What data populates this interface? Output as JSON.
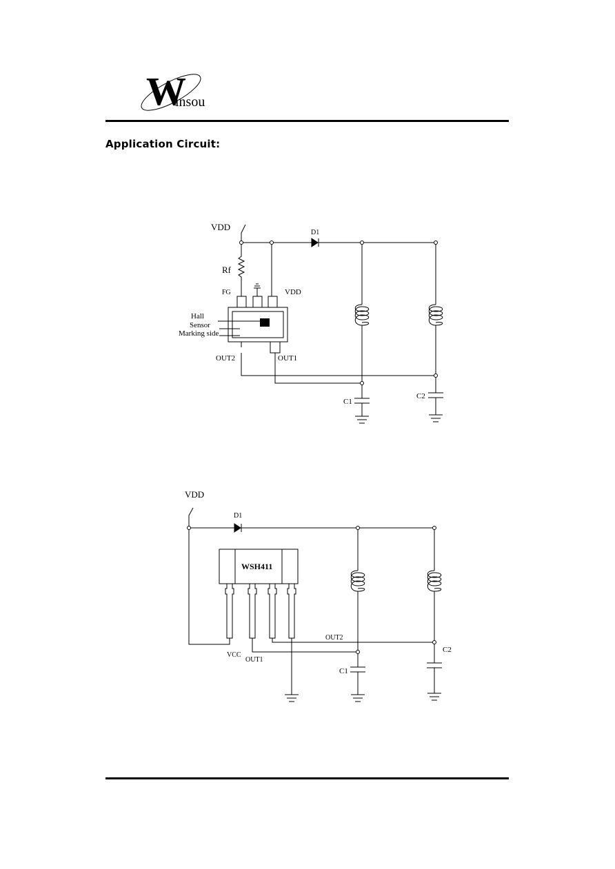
{
  "header": {
    "logo": {
      "letter": "W",
      "rest": "insou"
    },
    "section_title": "Application Circuit:"
  },
  "circuit1": {
    "vdd": "VDD",
    "d1": "D1",
    "rf": "Rf",
    "fg": "FG",
    "vdd_pin": "VDD",
    "hall": "Hall",
    "sensor": "Sensor",
    "marking_side": "Marking side",
    "out2": "OUT2",
    "out1": "OUT1",
    "c1": "C1",
    "c2": "C2"
  },
  "circuit2": {
    "vdd": "VDD",
    "d1": "D1",
    "chip": "WSH411",
    "out2": "OUT2",
    "vcc": "VCC",
    "out1": "OUT1",
    "c1": "C1",
    "c2": "C2"
  }
}
